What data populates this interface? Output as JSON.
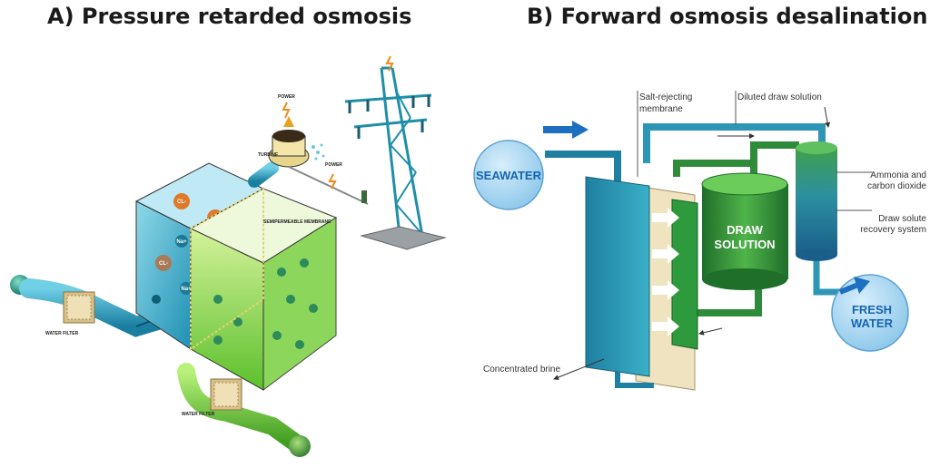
{
  "panel_a": {
    "title": "A) Pressure retarded osmosis",
    "labels": {
      "power_top": "POWER",
      "turbine": "TURBINE",
      "power_line": "POWER",
      "membrane": "SEMIPERMEABLE MEMBRANE",
      "water_filter_1": "WATER FILTER",
      "water_filter_2": "WATER FILTER",
      "ion_cl": "CL-",
      "ion_na": "Na+"
    }
  },
  "panel_b": {
    "title": "B) Forward osmosis desalination",
    "labels": {
      "seawater": "SEAWATER",
      "salt_membrane_1": "Salt-rejecting",
      "salt_membrane_2": "membrane",
      "diluted_draw": "Diluted draw solution",
      "ammonia_1": "Ammonia and",
      "ammonia_2": "carbon dioxide",
      "recovery_1": "Draw solute",
      "recovery_2": "recovery system",
      "draw_1": "DRAW",
      "draw_2": "SOLUTION",
      "fresh_1": "FRESH",
      "fresh_2": "WATER",
      "brine": "Concentrated brine"
    }
  },
  "colors": {
    "seawater_blue": "#1f8fb0",
    "fresh_green": "#5ec12f",
    "draw_green": "#2e8b3a",
    "bubble_fill": "#9fd0ef",
    "bubble_text": "#1565b0"
  }
}
